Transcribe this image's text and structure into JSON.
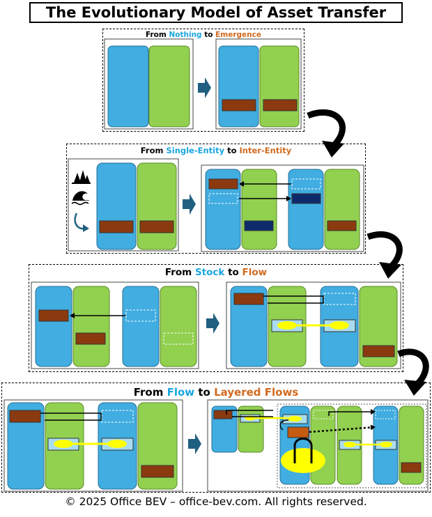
{
  "title": "The Evolutionary Model of Asset Transfer",
  "sections": [
    {
      "prefix": "From ",
      "from": "Nothing",
      "mid": " to ",
      "to": "Emergence"
    },
    {
      "prefix": "From ",
      "from": "Single-Entity",
      "mid": " to ",
      "to": "Inter-Entity"
    },
    {
      "prefix": "From ",
      "from": "Stock",
      "mid": " to ",
      "to": "Flow"
    },
    {
      "prefix": "From ",
      "from": "Flow",
      "mid": " to ",
      "to": "Layered Flows"
    }
  ],
  "footer": "© 2025 Office BEV – office-bev.com. All rights reserved.",
  "icons": [
    "trees-icon",
    "wave-icon",
    "cycle-arrow-icon",
    "step-arrow-icon",
    "curved-arrow-icon"
  ],
  "colors": {
    "blue_entity": "#41ade0",
    "green_entity": "#92d050",
    "asset_brown": "#8b3a0f",
    "asset_navy": "#0d2b6b",
    "arrow_teal": "#1f5f80",
    "flow_yellow": "#ffff00",
    "flow_box": "#a9dcf0",
    "orange_asset": "#c55a11",
    "accent_from": "#1aa6e0",
    "accent_to": "#d2691e"
  }
}
